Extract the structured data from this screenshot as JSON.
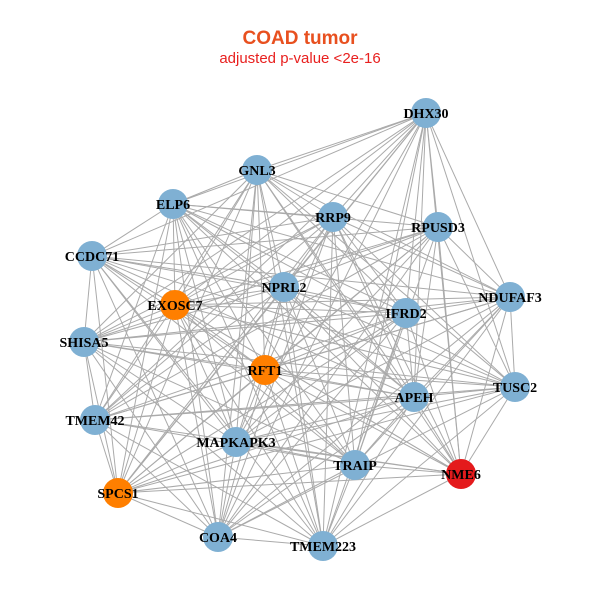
{
  "header": {
    "title": "COAD tumor",
    "subtitle": "adjusted p-value <2e-16"
  },
  "colors": {
    "title": "#e8501f",
    "subtitle": "#e8201f",
    "edge": "#aaaaaa",
    "node_default": "#7fb0d3",
    "node_highlight": "#ff7f00",
    "node_top": "#e41a1c"
  },
  "network": {
    "nodes": [
      {
        "id": "DHX30",
        "group": "default"
      },
      {
        "id": "GNL3",
        "group": "default"
      },
      {
        "id": "ELP6",
        "group": "default"
      },
      {
        "id": "RRP9",
        "group": "default"
      },
      {
        "id": "RPUSD3",
        "group": "default"
      },
      {
        "id": "CCDC71",
        "group": "default"
      },
      {
        "id": "NPRL2",
        "group": "default"
      },
      {
        "id": "EXOSC7",
        "group": "highlight"
      },
      {
        "id": "NDUFAF3",
        "group": "default"
      },
      {
        "id": "IFRD2",
        "group": "default"
      },
      {
        "id": "SHISA5",
        "group": "default"
      },
      {
        "id": "RFT1",
        "group": "highlight"
      },
      {
        "id": "TUSC2",
        "group": "default"
      },
      {
        "id": "APEH",
        "group": "default"
      },
      {
        "id": "TMEM42",
        "group": "default"
      },
      {
        "id": "MAPKAPK3",
        "group": "default"
      },
      {
        "id": "TRAIP",
        "group": "default"
      },
      {
        "id": "NME6",
        "group": "top"
      },
      {
        "id": "SPCS1",
        "group": "highlight"
      },
      {
        "id": "COA4",
        "group": "default"
      },
      {
        "id": "TMEM223",
        "group": "default"
      }
    ],
    "edges": "dense"
  }
}
